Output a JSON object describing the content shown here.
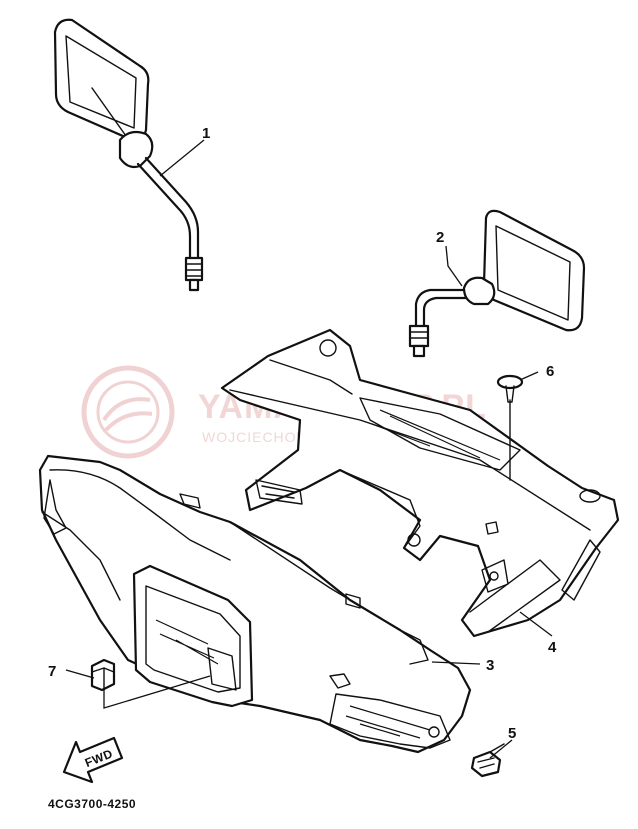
{
  "callouts": [
    {
      "id": "1",
      "label": "1"
    },
    {
      "id": "2",
      "label": "2"
    },
    {
      "id": "3",
      "label": "3"
    },
    {
      "id": "4",
      "label": "4"
    },
    {
      "id": "5",
      "label": "5"
    },
    {
      "id": "6",
      "label": "6"
    },
    {
      "id": "7",
      "label": "7"
    }
  ],
  "fwd_arrow_label": "FWD",
  "diagram_code": "4CG3700-4250",
  "watermark": {
    "main": "YAMAHA-REP.PL",
    "sub": "WOJCIECHOWICZ YAMAHA",
    "color": "#e8b4b4"
  }
}
